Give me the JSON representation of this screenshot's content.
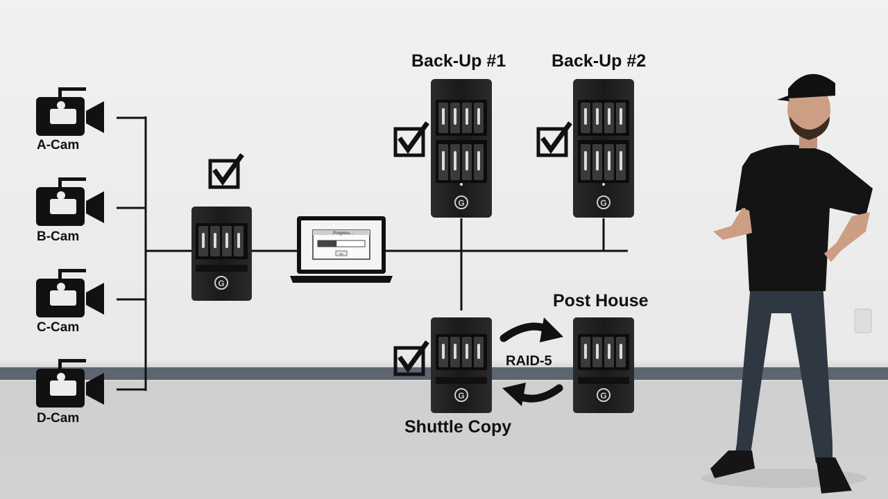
{
  "cameras": [
    {
      "label": "A-Cam"
    },
    {
      "label": "B-Cam"
    },
    {
      "label": "C-Cam"
    },
    {
      "label": "D-Cam"
    }
  ],
  "nodes": {
    "ingest_raid": {
      "label": ""
    },
    "laptop": {
      "label": "",
      "dialog_title": "Progress...",
      "dialog_button": "OK",
      "progress": 0.4
    },
    "backup1": {
      "label": "Back-Up #1"
    },
    "backup2": {
      "label": "Back-Up #2"
    },
    "shuttle": {
      "label": "Shuttle Copy"
    },
    "post_house": {
      "label": "Post House"
    }
  },
  "link_label": "RAID-5",
  "checked_nodes": [
    "ingest_raid",
    "backup1",
    "backup2",
    "shuttle"
  ],
  "colors": {
    "ink": "#111111",
    "device": "#1e1e1e",
    "wall": "#ececec",
    "floor": "#d2d2d2",
    "baseboard": "#5d6570"
  },
  "presenter": {
    "icon": "presenter-figure"
  }
}
